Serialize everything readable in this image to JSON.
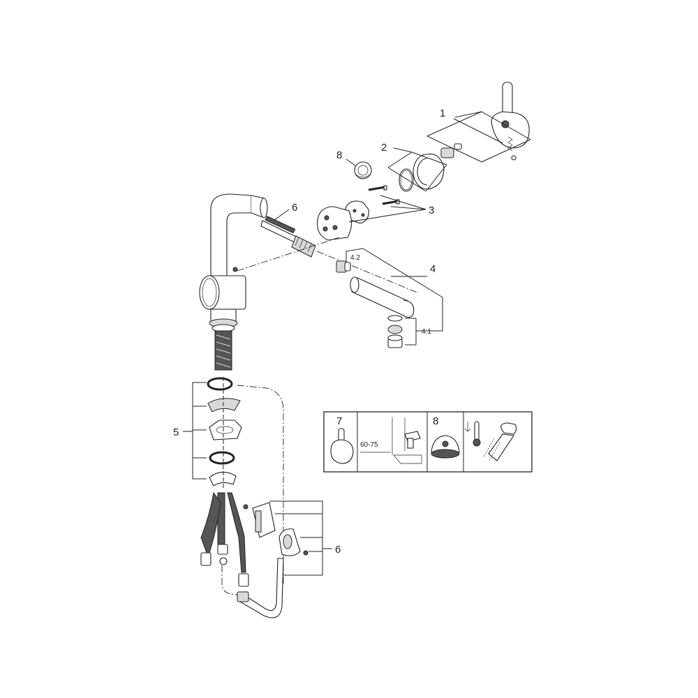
{
  "diagram": {
    "callouts": {
      "c1": "1",
      "c2": "2",
      "c3": "3",
      "c4": "4",
      "c4_1": "4.1",
      "c4_2": "4.2",
      "c5": "5",
      "c6_top": "6",
      "c6_bottom": "6",
      "c8": "8"
    },
    "info_box": {
      "label_7": "7",
      "label_8": "8",
      "dimension": "60-75"
    }
  }
}
